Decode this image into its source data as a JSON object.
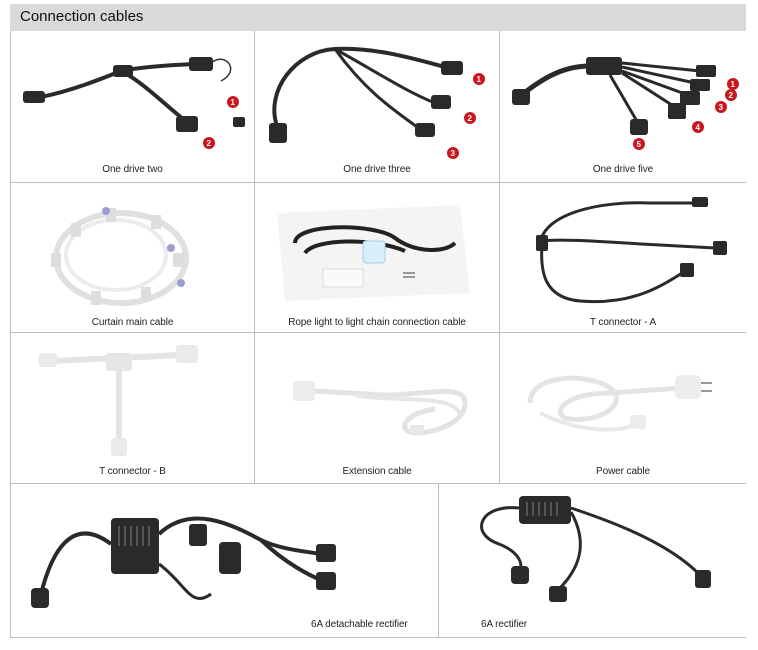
{
  "header": {
    "title": "Connection cables"
  },
  "cells": [
    {
      "caption": "One drive two",
      "badges": [
        "1",
        "2"
      ]
    },
    {
      "caption": "One drive three",
      "badges": [
        "1",
        "2",
        "3"
      ]
    },
    {
      "caption": "One drive five",
      "badges": [
        "1",
        "2",
        "3",
        "4",
        "5"
      ]
    },
    {
      "caption": "Curtain main cable"
    },
    {
      "caption": "Rope light to light chain connection cable"
    },
    {
      "caption": "T  connector - A"
    },
    {
      "caption": "T  connector - B"
    },
    {
      "caption": "Extension cable"
    },
    {
      "caption": "Power cable"
    },
    {
      "caption": "6A detachable rectifier"
    },
    {
      "caption": "6A rectifier"
    }
  ],
  "colors": {
    "cable_black": "#2a2a2a",
    "cable_white": "#e8e8e8",
    "badge_red": "#c8181e",
    "header_bg": "#d9d9d9",
    "grid_line": "#bdbdbd"
  }
}
